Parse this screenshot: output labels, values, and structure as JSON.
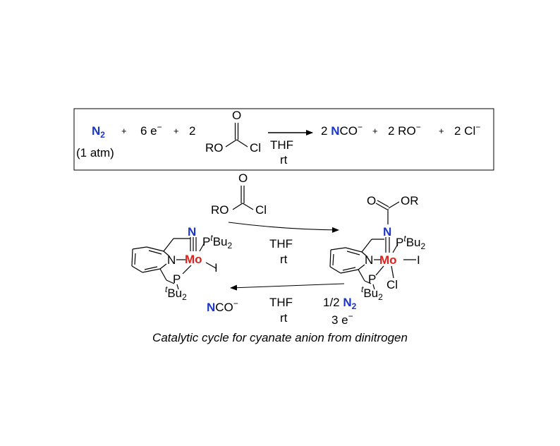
{
  "equation": {
    "n2": "N",
    "n2_sub": "2",
    "n2_note": "(1 atm)",
    "plus": "+",
    "electrons": "6 e",
    "electrons_sup": "−",
    "coeff_chloroformate": "2",
    "carbonyl_o": "O",
    "ro": "RO",
    "cl": "Cl",
    "solvent": "THF",
    "temp": "rt",
    "prod1_coeff": "2 ",
    "prod1_n": "N",
    "prod1_rest": "CO",
    "prod1_charge": "−",
    "prod2": "2 RO",
    "prod2_charge": "−",
    "prod3": "2 Cl",
    "prod3_charge": "−"
  },
  "cycle": {
    "reagent_o": "O",
    "reagent_ro": "RO",
    "reagent_cl": "Cl",
    "top_solvent": "THF",
    "top_temp": "rt",
    "bottom_solvent": "THF",
    "bottom_temp": "rt",
    "n2_coeff": "1/2 ",
    "n2": "N",
    "n2_sub": "2",
    "electrons": "3 e",
    "electrons_sup": "−",
    "product_n": "N",
    "product_rest": "CO",
    "product_charge": "−"
  },
  "complex_left": {
    "nitride_n": "N",
    "p_top": "P",
    "tbu_sup": "t",
    "tbu": "Bu",
    "tbu_sub": "2",
    "pyridine_n": "N",
    "metal": "Mo",
    "iodide": "I",
    "p_bottom": "P",
    "tbu2_sup": "t",
    "tbu2": "Bu",
    "tbu2_sub": "2"
  },
  "complex_right": {
    "carbonyl_o": "O",
    "or": "OR",
    "imido_n": "N",
    "p_top": "P",
    "tbu_sup": "t",
    "tbu": "Bu",
    "tbu_sub": "2",
    "pyridine_n": "N",
    "metal": "Mo",
    "iodide": "I",
    "p_bottom": "P",
    "chloride": "Cl",
    "tbu2_sup": "t",
    "tbu2": "Bu",
    "tbu2_sub": "2"
  },
  "caption": "Catalytic cycle for cyanate anion from dinitrogen",
  "colors": {
    "nitrogen": "#1a35c8",
    "molybdenum": "#e0201a"
  }
}
